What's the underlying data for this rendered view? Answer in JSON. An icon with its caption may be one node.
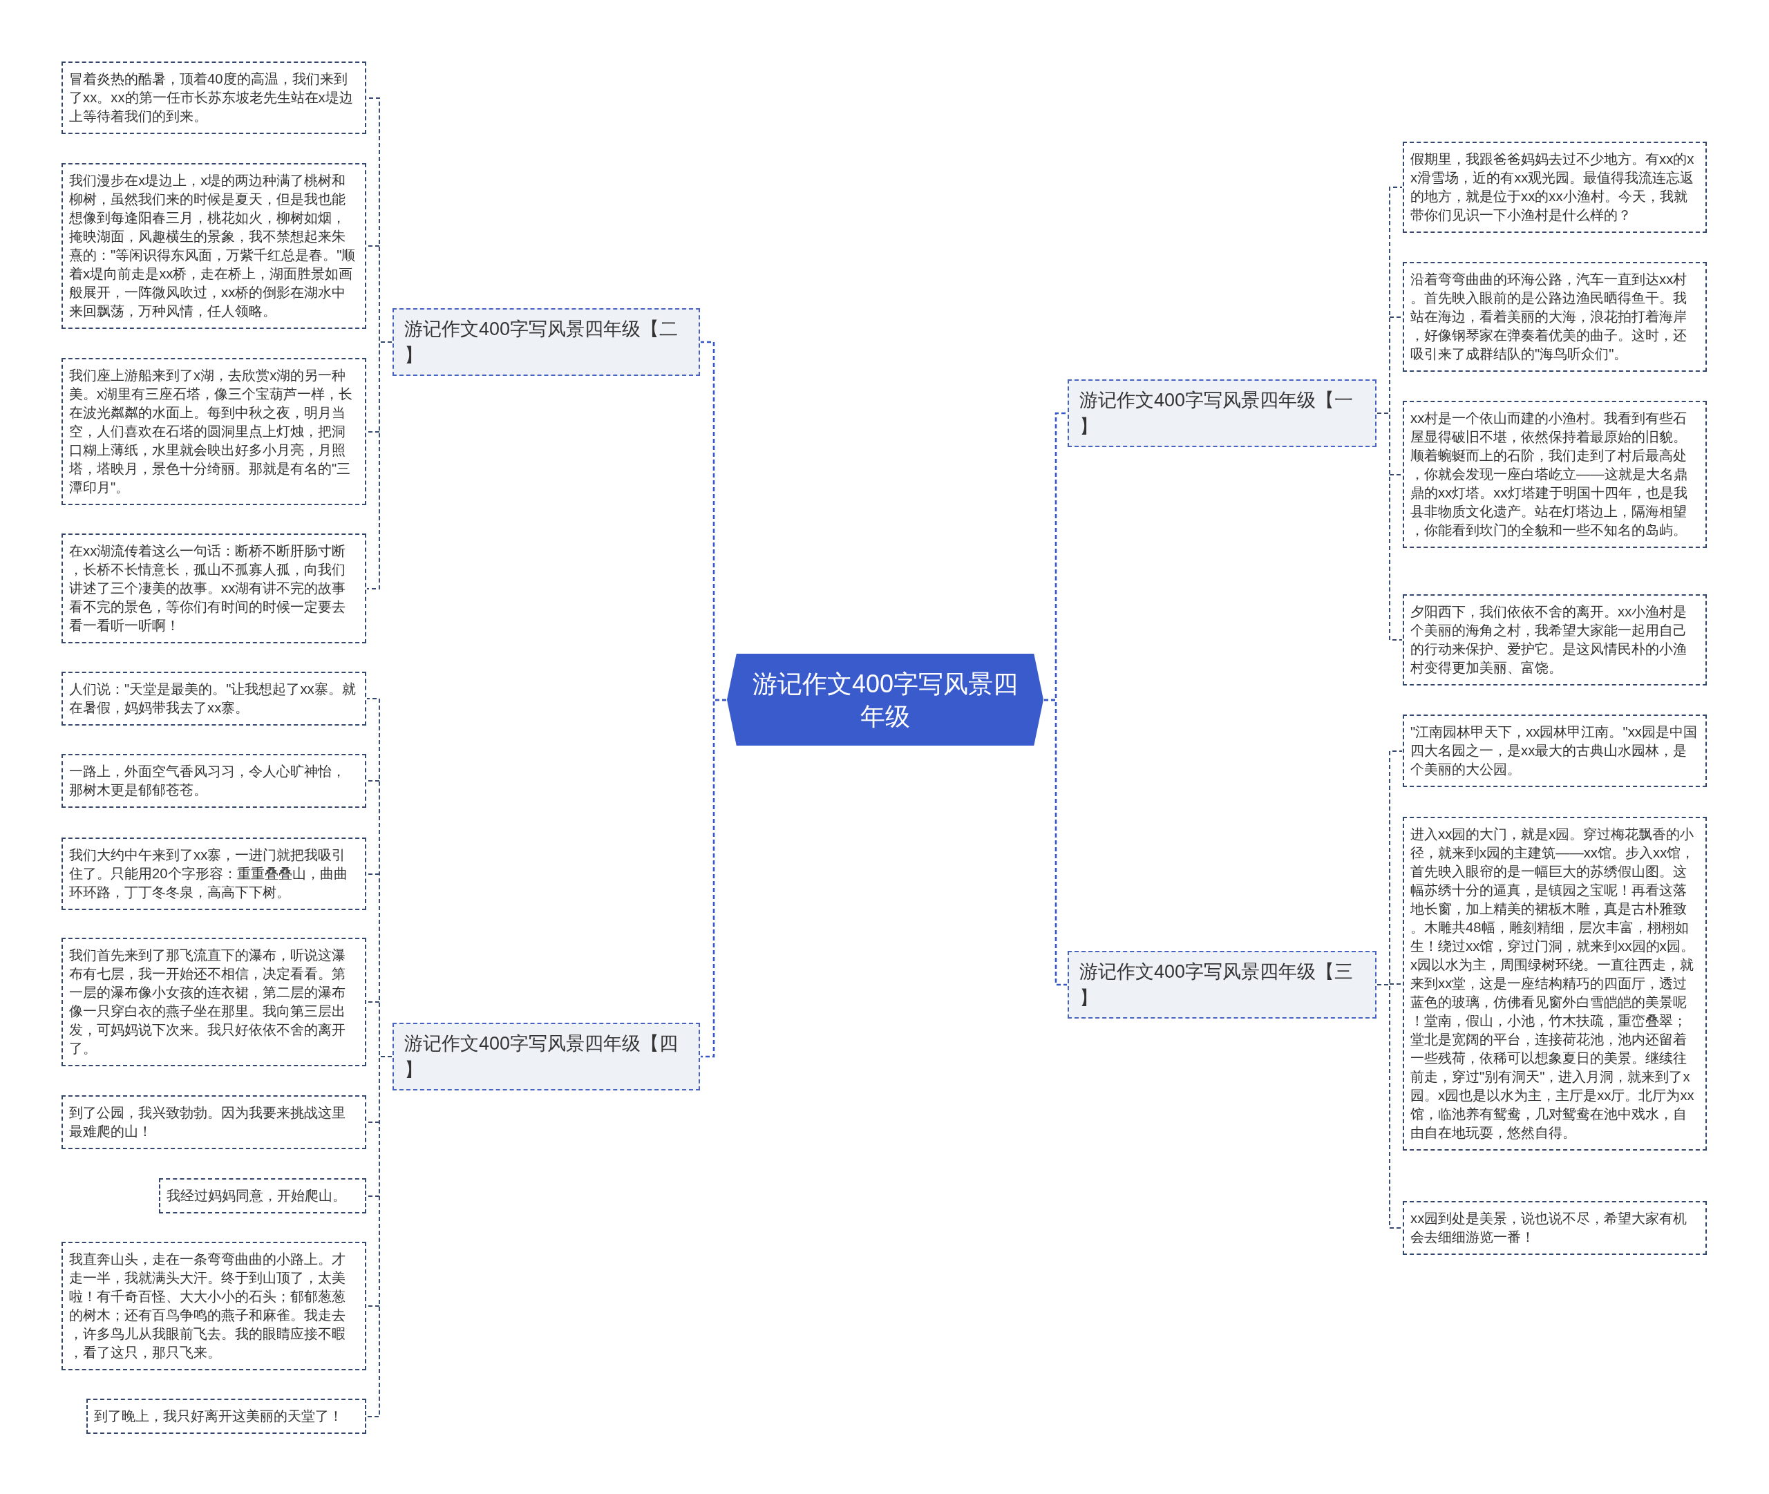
{
  "diagram": {
    "nodes": [
      {
        "text": [
          "游记作文400字写风景四年级"
        ]
      },
      {
        "text": [
          "游记作文400字写风景四年级【二】"
        ]
      },
      {
        "text": [
          "冒着炎热的酷暑，顶着40度的高温，我们来到了xx。xx的第一任市长苏东坡老先生站在x堤边上等待着我们的到来。"
        ]
      },
      {
        "text": [
          "我们漫步在x堤边上，x堤的两边种满了桃树和柳树，虽然我们来的时候是夏天，但是我也能想像到每逢阳春三月，桃花如火，柳树如烟，掩映湖面，风趣横生的景象，我不禁想起来朱熹的：\"等闲识得东风面，万紫千红总是春。\"顺着x堤向前走是xx桥，走在桥上，湖面胜景如画般展开，一阵微风吹过，xx桥的倒影在湖水中来回飘荡，万种风情，任人领略。"
        ]
      },
      {
        "text": [
          "我们座上游船来到了x湖，去欣赏x湖的另一种美。x湖里有三座石塔，像三个宝葫芦一样，长在波光粼粼的水面上。每到中秋之夜，明月当空，人们喜欢在石塔的圆洞里点上灯烛，把洞口糊上薄纸，水里就会映出好多小月亮，月照塔，塔映月，景色十分绮丽。那就是有名的\"三潭印月\"。"
        ]
      },
      {
        "text": [
          "在xx湖流传着这么一句话：断桥不断肝肠寸断，长桥不长情意长，孤山不孤寡人孤，向我们讲述了三个凄美的故事。xx湖有讲不完的故事看不完的景色，等你们有时间的时候一定要去看一看听一听啊！"
        ]
      },
      {
        "text": [
          "游记作文400字写风景四年级【四】"
        ]
      },
      {
        "text": [
          "人们说：\"天堂是最美的。\"让我想起了xx寨。就在暑假，妈妈带我去了xx寨。"
        ]
      },
      {
        "text": [
          "一路上，外面空气香风习习，令人心旷神怡，那树木更是郁郁苍苍。"
        ]
      },
      {
        "text": [
          "我们大约中午来到了xx寨，一进门就把我吸引住了。只能用20个字形容：重重叠叠山，曲曲环环路，丁丁冬冬泉，高高下下树。"
        ]
      },
      {
        "text": [
          "我们首先来到了那飞流直下的瀑布，听说这瀑布有七层，我一开始还不相信，决定看看。第一层的瀑布像小女孩的连衣裙，第二层的瀑布像一只穿白衣的燕子坐在那里。我向第三层出发，可妈妈说下次来。我只好依依不舍的离开了。"
        ]
      },
      {
        "text": [
          "到了公园，我兴致勃勃。因为我要来挑战这里最难爬的山！"
        ]
      },
      {
        "text": [
          "我经过妈妈同意，开始爬山。"
        ]
      },
      {
        "text": [
          "我直奔山头，走在一条弯弯曲曲的小路上。才走一半，我就满头大汗。终于到山顶了，太美啦！有千奇百怪、大大小小的石头；郁郁葱葱的树木；还有百鸟争鸣的燕子和麻雀。我走去，许多鸟儿从我眼前飞去。我的眼睛应接不暇，看了这只，那只飞来。"
        ]
      },
      {
        "text": [
          "到了晚上，我只好离开这美丽的天堂了！"
        ]
      },
      {
        "text": [
          "游记作文400字写风景四年级【一】"
        ]
      },
      {
        "text": [
          "假期里，我跟爸爸妈妈去过不少地方。有xx的xx滑雪场，近的有xx观光园。最值得我流连忘返的地方，就是位于xx的xx小渔村。今天，我就带你们见识一下小渔村是什么样的？"
        ]
      },
      {
        "text": [
          "沿着弯弯曲曲的环海公路，汽车一直到达xx村。首先映入眼前的是公路边渔民晒得鱼干。我站在海边，看着美丽的大海，浪花拍打着海岸，好像钢琴家在弹奏着优美的曲子。这时，还吸引来了成群结队的\"海鸟听众们\"。"
        ]
      },
      {
        "text": [
          "xx村是一个依山而建的小渔村。我看到有些石屋显得破旧不堪，依然保持着最原始的旧貌。顺着蜿蜒而上的石阶，我们走到了村后最高处，你就会发现一座白塔屹立——这就是大名鼎鼎的xx灯塔。xx灯塔建于明国十四年，也是我县非物质文化遗产。站在灯塔边上，隔海相望，你能看到坎门的全貌和一些不知名的岛屿。"
        ]
      },
      {
        "text": [
          "夕阳西下，我们依依不舍的离开。xx小渔村是个美丽的海角之村，我希望大家能一起用自己的行动来保护、爱护它。是这风情民朴的小渔村变得更加美丽、富饶。"
        ]
      },
      {
        "text": [
          "游记作文400字写风景四年级【三】"
        ]
      },
      {
        "text": [
          "\"江南园林甲天下，xx园林甲江南。\"xx园是中国四大名园之一，是xx最大的古典山水园林，是个美丽的大公园。"
        ]
      },
      {
        "text": [
          "进入xx园的大门，就是x园。穿过梅花飘香的小径，就来到x园的主建筑——xx馆。步入xx馆，首先映入眼帘的是一幅巨大的苏绣假山图。这幅苏绣十分的逼真，是镇园之宝呢！再看这落地长窗，加上精美的裙板木雕，真是古朴雅致。木雕共48幅，雕刻精细，层次丰富，栩栩如生！绕过xx馆，穿过门洞，就来到xx园的x园。x园以水为主，周围绿树环绕。一直往西走，就来到xx堂，这是一座结构精巧的四面厅，透过蓝色的玻璃，仿佛看见窗外白雪皑皑的美景呢！堂南，假山，小池，竹木扶疏，重峦叠翠；堂北是宽阔的平台，连接荷花池，池内还留着一些残荷，依稀可以想象夏日的美景。继续往前走，穿过\"别有洞天\"，进入月洞，就来到了x园。x园也是以水为主，主厅是xx厅。北厅为xx馆，临池养有鸳鸯，几对鸳鸯在池中戏水，自由自在地玩耍，悠然自得。"
        ]
      },
      {
        "text": [
          "xx园到处是美景，说也说不尽，希望大家有机会去细细游览一番！"
        ]
      }
    ],
    "edges": [
      {
        "from": 0,
        "to": 1,
        "arrow": "none",
        "style": "dashed",
        "color": "#3556c4"
      },
      {
        "from": 0,
        "to": 6,
        "arrow": "none",
        "style": "dashed",
        "color": "#3556c4"
      },
      {
        "from": 0,
        "to": 15,
        "arrow": "none",
        "style": "dashed",
        "color": "#3556c4"
      },
      {
        "from": 0,
        "to": 20,
        "arrow": "none",
        "style": "dashed",
        "color": "#3556c4"
      },
      {
        "from": 1,
        "to": 2,
        "arrow": "none",
        "style": "dashed"
      },
      {
        "from": 1,
        "to": 3,
        "arrow": "none",
        "style": "dashed"
      },
      {
        "from": 1,
        "to": 4,
        "arrow": "none",
        "style": "dashed"
      },
      {
        "from": 1,
        "to": 5,
        "arrow": "none",
        "style": "dashed"
      },
      {
        "from": 6,
        "to": 7,
        "arrow": "none",
        "style": "dashed"
      },
      {
        "from": 6,
        "to": 8,
        "arrow": "none",
        "style": "dashed"
      },
      {
        "from": 6,
        "to": 9,
        "arrow": "none",
        "style": "dashed"
      },
      {
        "from": 6,
        "to": 10,
        "arrow": "none",
        "style": "dashed"
      },
      {
        "from": 6,
        "to": 11,
        "arrow": "none",
        "style": "dashed"
      },
      {
        "from": 6,
        "to": 12,
        "arrow": "none",
        "style": "dashed"
      },
      {
        "from": 6,
        "to": 13,
        "arrow": "none",
        "style": "dashed"
      },
      {
        "from": 6,
        "to": 14,
        "arrow": "none",
        "style": "dashed"
      },
      {
        "from": 15,
        "to": 16,
        "arrow": "none",
        "style": "dashed"
      },
      {
        "from": 15,
        "to": 17,
        "arrow": "none",
        "style": "dashed"
      },
      {
        "from": 15,
        "to": 18,
        "arrow": "none",
        "style": "dashed"
      },
      {
        "from": 15,
        "to": 19,
        "arrow": "none",
        "style": "dashed"
      },
      {
        "from": 20,
        "to": 21,
        "arrow": "none",
        "style": "dashed"
      },
      {
        "from": 20,
        "to": 22,
        "arrow": "none",
        "style": "dashed"
      },
      {
        "from": 20,
        "to": 23,
        "arrow": "none",
        "style": "dashed"
      }
    ]
  }
}
